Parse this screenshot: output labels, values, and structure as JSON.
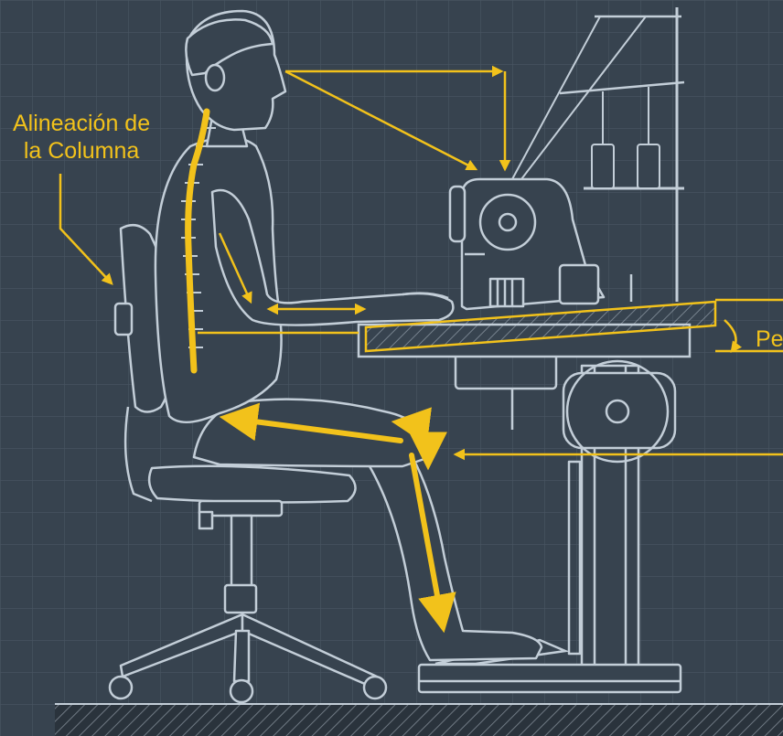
{
  "labels": {
    "spine_line1": "Alineación de",
    "spine_line2": "la Columna",
    "tilt": "Pe"
  },
  "colors": {
    "background": "#37434f",
    "grid": "#4a5663",
    "outline": "#c3ced8",
    "accent": "#f2c21b",
    "floor": "#2a333c"
  }
}
